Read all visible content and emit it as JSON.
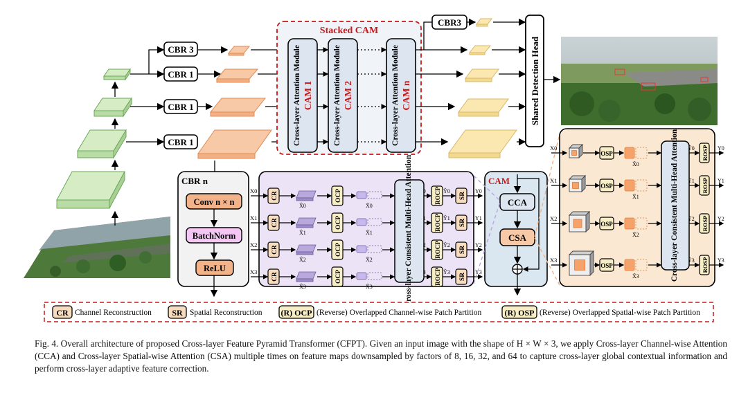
{
  "stacked_cam": {
    "title": "Stacked CAM"
  },
  "cam_modules": [
    {
      "label": "Cross-layer Attention Module",
      "name": "CAM 1"
    },
    {
      "label": "Cross-layer Attention Module",
      "name": "CAM 2"
    },
    {
      "label": "Cross-layer Attention Module",
      "name": "CAM n"
    }
  ],
  "cbr_left": [
    "CBR 3",
    "CBR 1",
    "CBR 1",
    "CBR 1"
  ],
  "cbr_out": "CBR3",
  "head": "Shared Detection Head",
  "cbr_block": {
    "title": "CBR n",
    "conv": "Conv n × n",
    "bn": "BatchNorm",
    "relu": "ReLU"
  },
  "cca_block": {
    "cr": "CR",
    "ocp": "OCP",
    "mha": "Cross-layer Consistent Multi-Head Attention",
    "rocp": "ROCP",
    "sr": "SR",
    "inputs": [
      "X0",
      "X1",
      "X2",
      "X3"
    ],
    "outputs": [
      "Y0",
      "Y1",
      "Y2",
      "Y3"
    ],
    "xhat": [
      "X̂0",
      "X̂1",
      "X̂2",
      "X̂3"
    ],
    "xtil": [
      "X̃0",
      "X̃1",
      "X̃2",
      "X̃3"
    ],
    "ytil": [
      "Ỹ0",
      "Ỹ1",
      "Ỹ2",
      "Ỹ3"
    ],
    "yhat": [
      "Ŷ0",
      "Ŷ1",
      "Ŷ2",
      "Ŷ3"
    ]
  },
  "cam_block": {
    "title": "CAM",
    "cca": "CCA",
    "csa": "CSA"
  },
  "csa_block": {
    "osp": "OSP",
    "rosp": "ROSP",
    "mha": "Cross-layer Consistent Multi-Head Attention"
  },
  "legend": [
    {
      "tag": "CR",
      "text": "Channel Reconstruction"
    },
    {
      "tag": "SR",
      "text": "Spatial Reconstruction"
    },
    {
      "tag": "(R) OCP",
      "text": "(Reverse) Overlapped Channel-wise Patch Partition"
    },
    {
      "tag": "(R) OSP",
      "text": "(Reverse) Overlapped Spatial-wise Patch Partition"
    }
  ],
  "caption": "Fig. 4.  Overall architecture of proposed Cross-layer Feature Pyramid Transformer (CFPT). Given an input image with the shape of H × W × 3, we apply Cross-layer Channel-wise Attention (CCA) and Cross-layer Spatial-wise Attention (CSA) multiple times on feature maps downsampled by factors of 8, 16, 32, and 64 to capture cross-layer global contextual information and perform cross-layer adaptive feature correction.",
  "colors": {
    "green": "#d5ecc4",
    "orange": "#f7c9a6",
    "yellow": "#fbe8b0",
    "purple": "#ece4f6",
    "beige": "#fbe8d3",
    "red": "#c41a1a"
  }
}
